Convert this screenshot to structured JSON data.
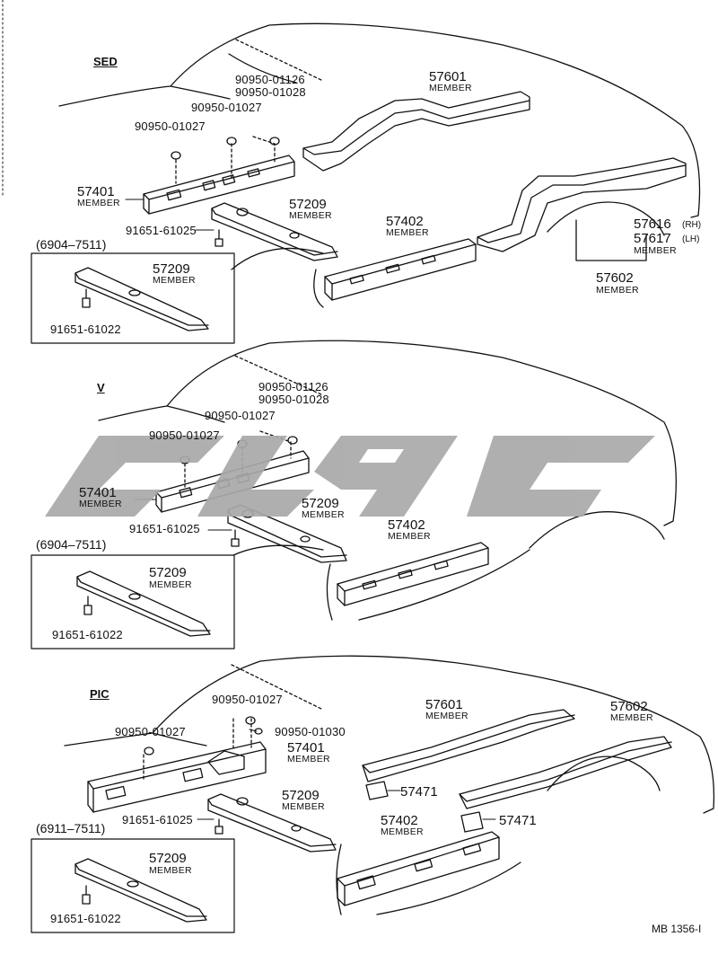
{
  "sections": [
    {
      "key": "sed",
      "title": "SED",
      "range": "(6904–7511)",
      "parts": {
        "p90950_01126": "90950-01126",
        "p90950_01028": "90950-01028",
        "p90950_01027a": "90950-01027",
        "p90950_01027b": "90950-01027",
        "p57401": "57401",
        "p57401_desc": "MEMBER",
        "p57209": "57209",
        "p57209_desc": "MEMBER",
        "p91651_61025": "91651-61025",
        "p57209_box": "57209",
        "p57209_box_desc": "MEMBER",
        "p91651_61022": "91651-61022",
        "p57601": "57601",
        "p57601_desc": "MEMBER",
        "p57402": "57402",
        "p57402_desc": "MEMBER",
        "p57616": "57616",
        "p57616_side": "(RH)",
        "p57617": "57617",
        "p57617_side": "(LH)",
        "p5761x_desc": "MEMBER",
        "p57602": "57602",
        "p57602_desc": "MEMBER"
      }
    },
    {
      "key": "v",
      "title": "V",
      "range": "(6904–7511)",
      "parts": {
        "p90950_01126": "90950-01126",
        "p90950_01028": "90950-01028",
        "p90950_01027a": "90950-01027",
        "p90950_01027b": "90950-01027",
        "p57401": "57401",
        "p57401_desc": "MEMBER",
        "p57209": "57209",
        "p57209_desc": "MEMBER",
        "p91651_61025": "91651-61025",
        "p57402": "57402",
        "p57402_desc": "MEMBER",
        "p57209_box": "57209",
        "p57209_box_desc": "MEMBER",
        "p91651_61022": "91651-61022"
      }
    },
    {
      "key": "pic",
      "title": "PIC",
      "range": "(6911–7511)",
      "parts": {
        "p90950_01027a": "90950-01027",
        "p90950_01027b": "90950-01027",
        "p90950_01030": "90950-01030",
        "p57401": "57401",
        "p57401_desc": "MEMBER",
        "p57209": "57209",
        "p57209_desc": "MEMBER",
        "p91651_61025": "91651-61025",
        "p57209_box": "57209",
        "p57209_box_desc": "MEMBER",
        "p91651_61022": "91651-61022",
        "p57601": "57601",
        "p57601_desc": "MEMBER",
        "p57602": "57602",
        "p57602_desc": "MEMBER",
        "p57471a": "57471",
        "p57471b": "57471",
        "p57402": "57402",
        "p57402_desc": "MEMBER"
      }
    }
  ],
  "footer_code": "MB 1356-I",
  "watermark_color": "#a9a9a9",
  "line_color": "#111111"
}
